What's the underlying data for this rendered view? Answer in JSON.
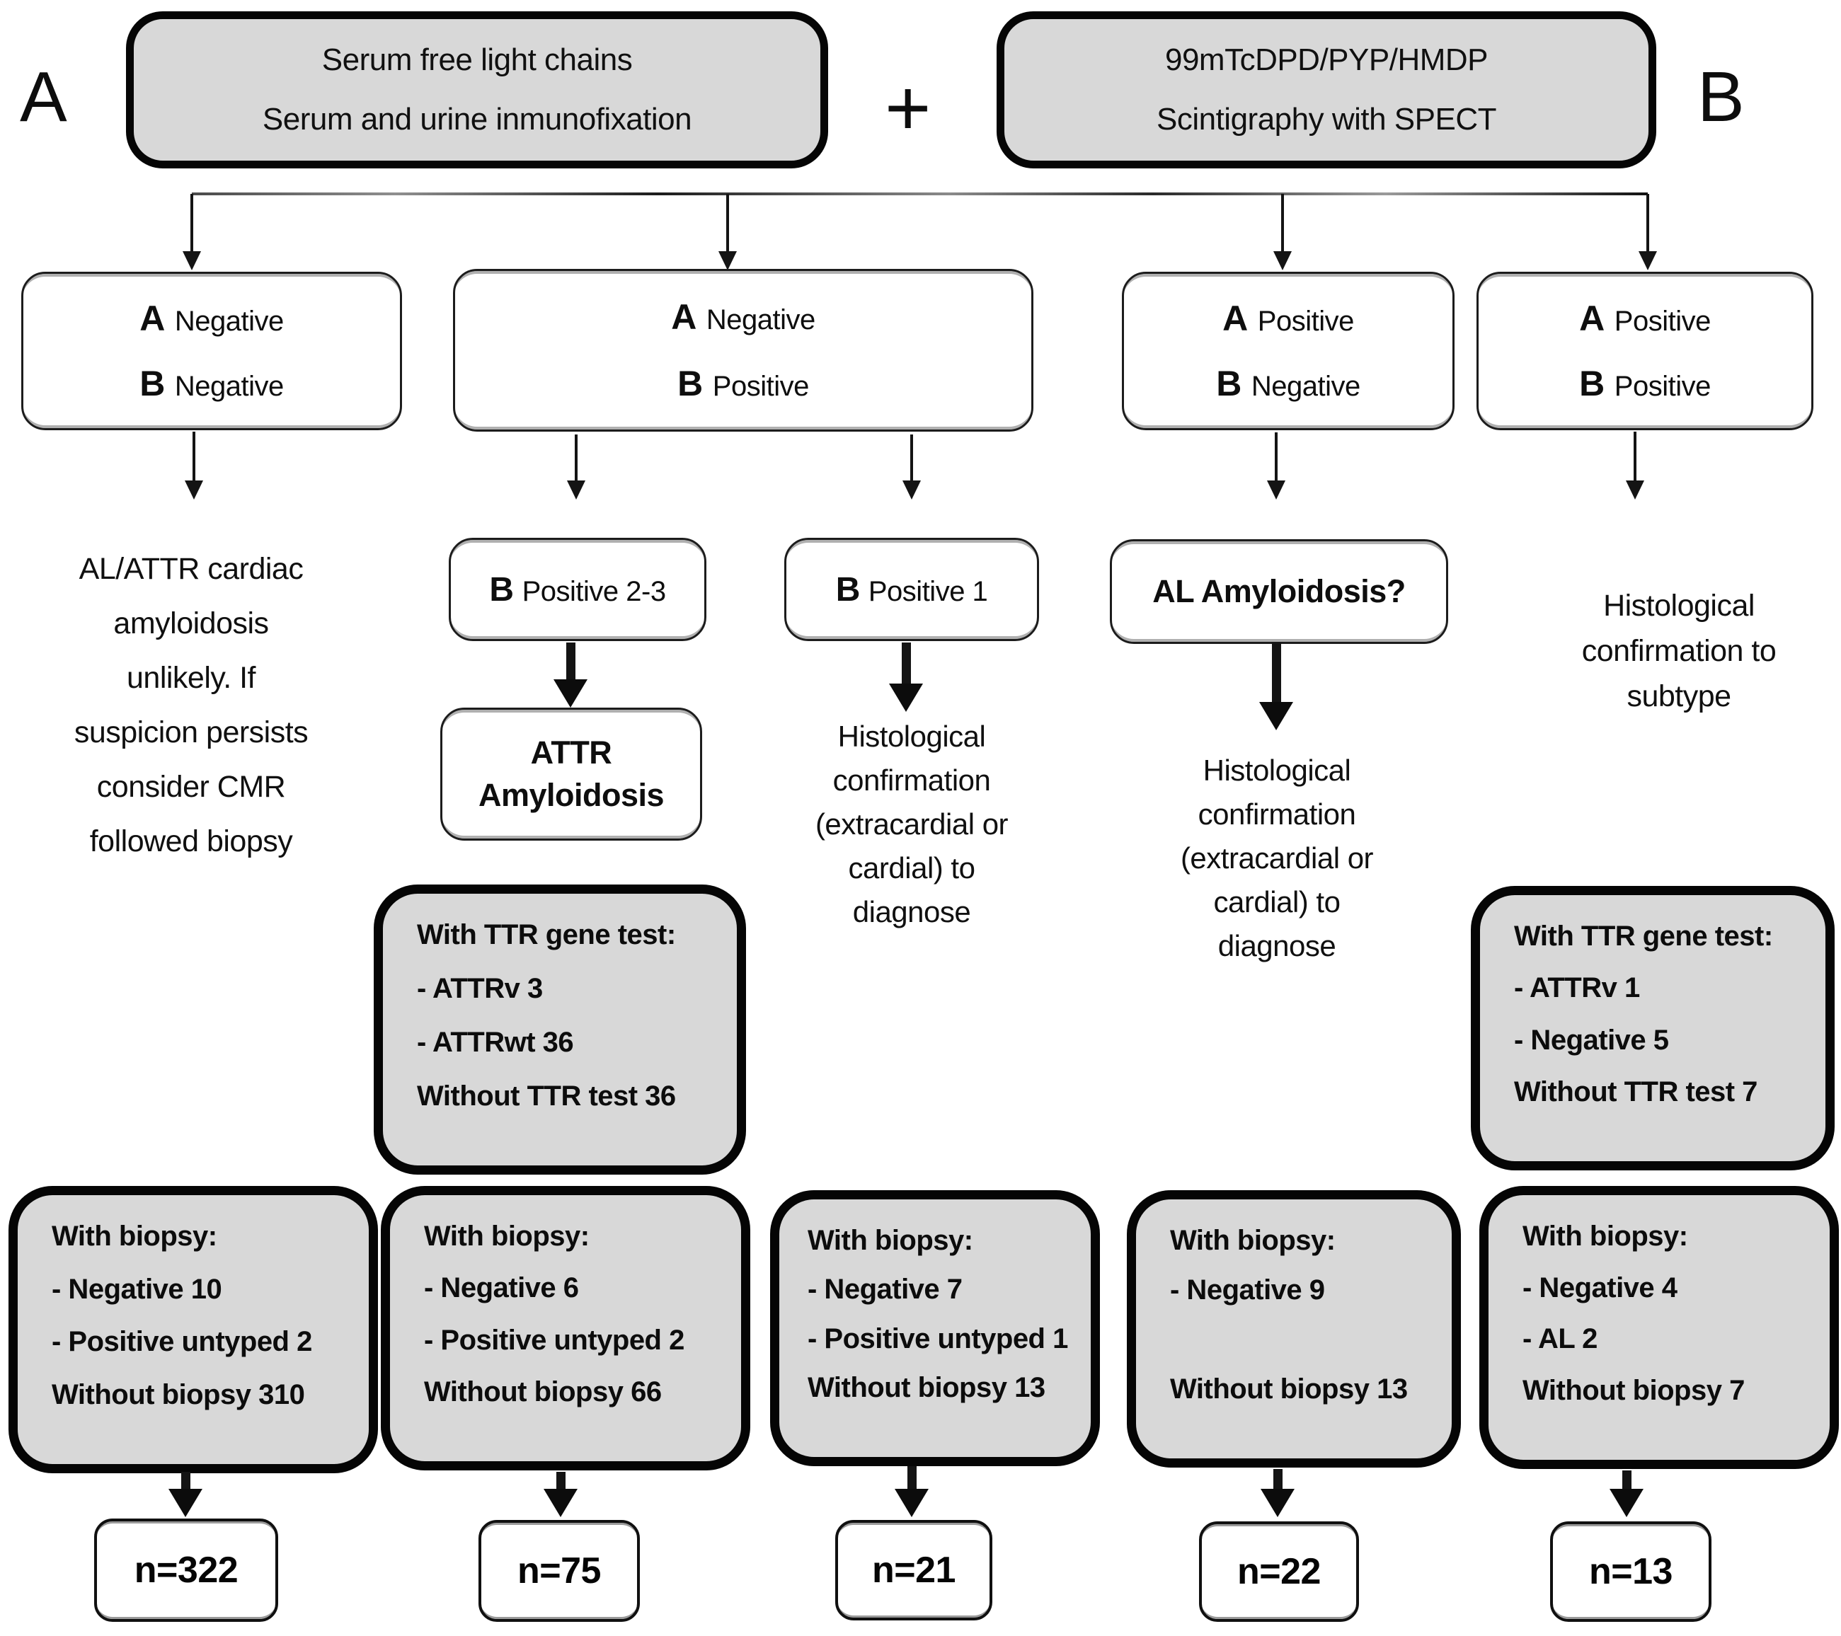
{
  "colors": {
    "box_fill": "#d8d8d8",
    "stroke": "#000000",
    "text": "#111111"
  },
  "corner_labels": {
    "a": "A",
    "b": "B",
    "plus": "+"
  },
  "test_boxes": {
    "a_lines": [
      "Serum free light chains",
      "Serum and urine inmunofixation"
    ],
    "b_lines": [
      "99mTcDPD/PYP/HMDP",
      "Scintigraphy with SPECT"
    ]
  },
  "outcomes": [
    {
      "a_key": "A",
      "a_value": "Negative",
      "b_key": "B",
      "b_value": "Negative"
    },
    {
      "a_key": "A",
      "a_value": "Negative",
      "b_key": "B",
      "b_value": "Positive"
    },
    {
      "a_key": "A",
      "a_value": "Positive",
      "b_key": "B",
      "b_value": "Negative"
    },
    {
      "a_key": "A",
      "a_value": "Positive",
      "b_key": "B",
      "b_value": "Positive"
    }
  ],
  "branch_boxes": {
    "b_positive_23": {
      "key": "B",
      "value": "Positive 2-3"
    },
    "b_positive_1": {
      "key": "B",
      "value": "Positive 1"
    },
    "al_question": "AL Amyloidosis?",
    "attr_lines": [
      "ATTR",
      "Amyloidosis"
    ]
  },
  "notes": {
    "unlikely_lines": [
      "AL/ATTR cardiac",
      "amyloidosis",
      "unlikely. If",
      "suspicion persists",
      "consider CMR",
      "followed biopsy"
    ],
    "histo_diagnose_left_lines": [
      "Histological",
      "confirmation",
      "(extracardial or",
      "cardial) to",
      "diagnose"
    ],
    "histo_diagnose_right_lines": [
      "Histological",
      "confirmation",
      "(extracardial or",
      "cardial) to",
      "diagnose"
    ],
    "histo_subtype_lines": [
      "Histological",
      "confirmation to",
      "subtype"
    ]
  },
  "ttr_boxes": [
    {
      "title": "With TTR gene test:",
      "item1": "- ATTRv 3",
      "item2": "- ATTRwt 36",
      "footer": "Without TTR test 36"
    },
    {
      "title": "With TTR gene test:",
      "item1": "- ATTRv 1",
      "item2": "- Negative 5",
      "footer": "Without TTR test 7"
    }
  ],
  "biopsy_boxes": [
    {
      "title": "With biopsy:",
      "item1": "- Negative 10",
      "item2": "- Positive untyped 2",
      "footer": "Without biopsy 310"
    },
    {
      "title": "With biopsy:",
      "item1": "- Negative 6",
      "item2": "- Positive untyped 2",
      "footer": "Without biopsy 66"
    },
    {
      "title": "With biopsy:",
      "item1": "- Negative 7",
      "item2": "- Positive untyped 1",
      "footer": "Without biopsy 13"
    },
    {
      "title": "With biopsy:",
      "item1": "- Negative 9",
      "item2": "",
      "footer": "Without biopsy 13"
    },
    {
      "title": "With biopsy:",
      "item1": "- Negative 4",
      "item2": "- AL 2",
      "footer": "Without biopsy 7"
    }
  ],
  "totals": [
    "n=322",
    "n=75",
    "n=21",
    "n=22",
    "n=13"
  ]
}
